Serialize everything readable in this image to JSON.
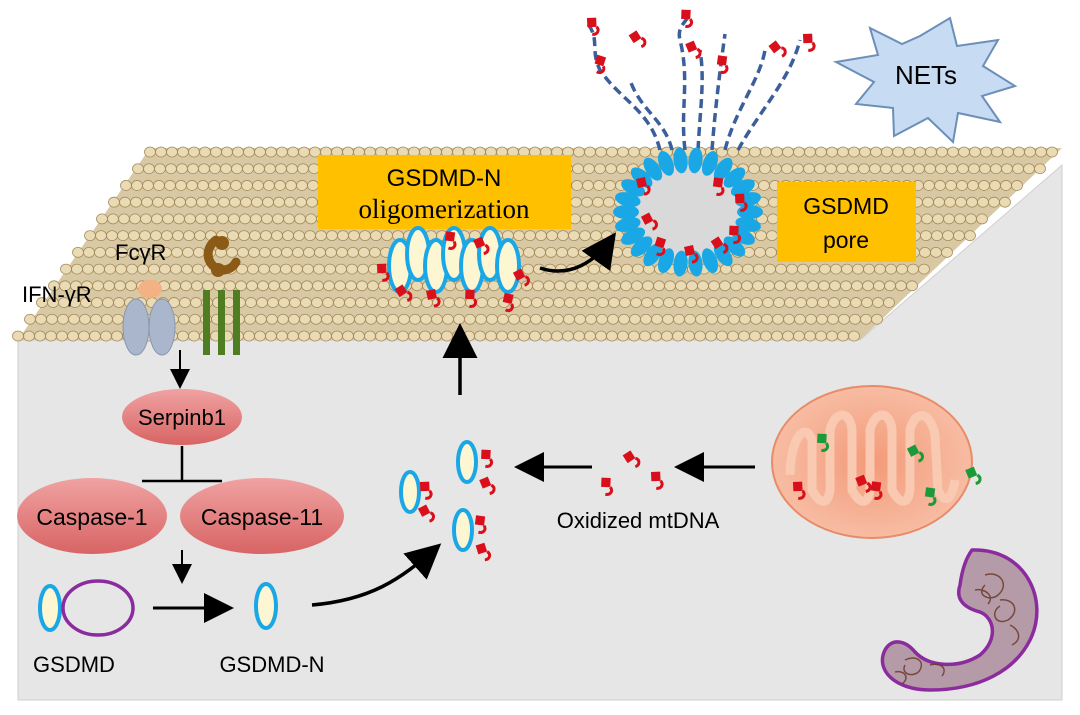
{
  "labels": {
    "nets": "NETs",
    "gsdmd_n_oligo_line1": "GSDMD-N",
    "gsdmd_n_oligo_line2": "oligomerization",
    "gsdmd_pore_line1": "GSDMD",
    "gsdmd_pore_line2": "pore",
    "fcgr": "FcγR",
    "ifngr": "IFN-γR",
    "serpinb1": "Serpinb1",
    "caspase1": "Caspase-1",
    "caspase11": "Caspase-11",
    "gsdmd": "GSDMD",
    "gsdmd_n": "GSDMD-N",
    "oxidized_mtdna": "Oxidized mtDNA"
  },
  "colors": {
    "membrane_head": "#e6cfa0",
    "membrane_outline": "#a58c5e",
    "cytoplasm": "#e6e6e6",
    "yellow_box": "#ffc000",
    "gsdmd_blue": "#1aa7e6",
    "gsdmd_fill": "#fdf6d3",
    "caspase_red": "#e07575",
    "mtdna_red": "#d9101c",
    "mtdna_green": "#1c9a3a",
    "mito_fill": "#f6a98a",
    "nets_fill": "#c7dcf3",
    "receptor_green": "#4e7d22",
    "receptor_grey": "#a9b6cc",
    "ifng_orange": "#f4b183",
    "fc_brown": "#8a5a16",
    "purple": "#8b2c9e"
  }
}
